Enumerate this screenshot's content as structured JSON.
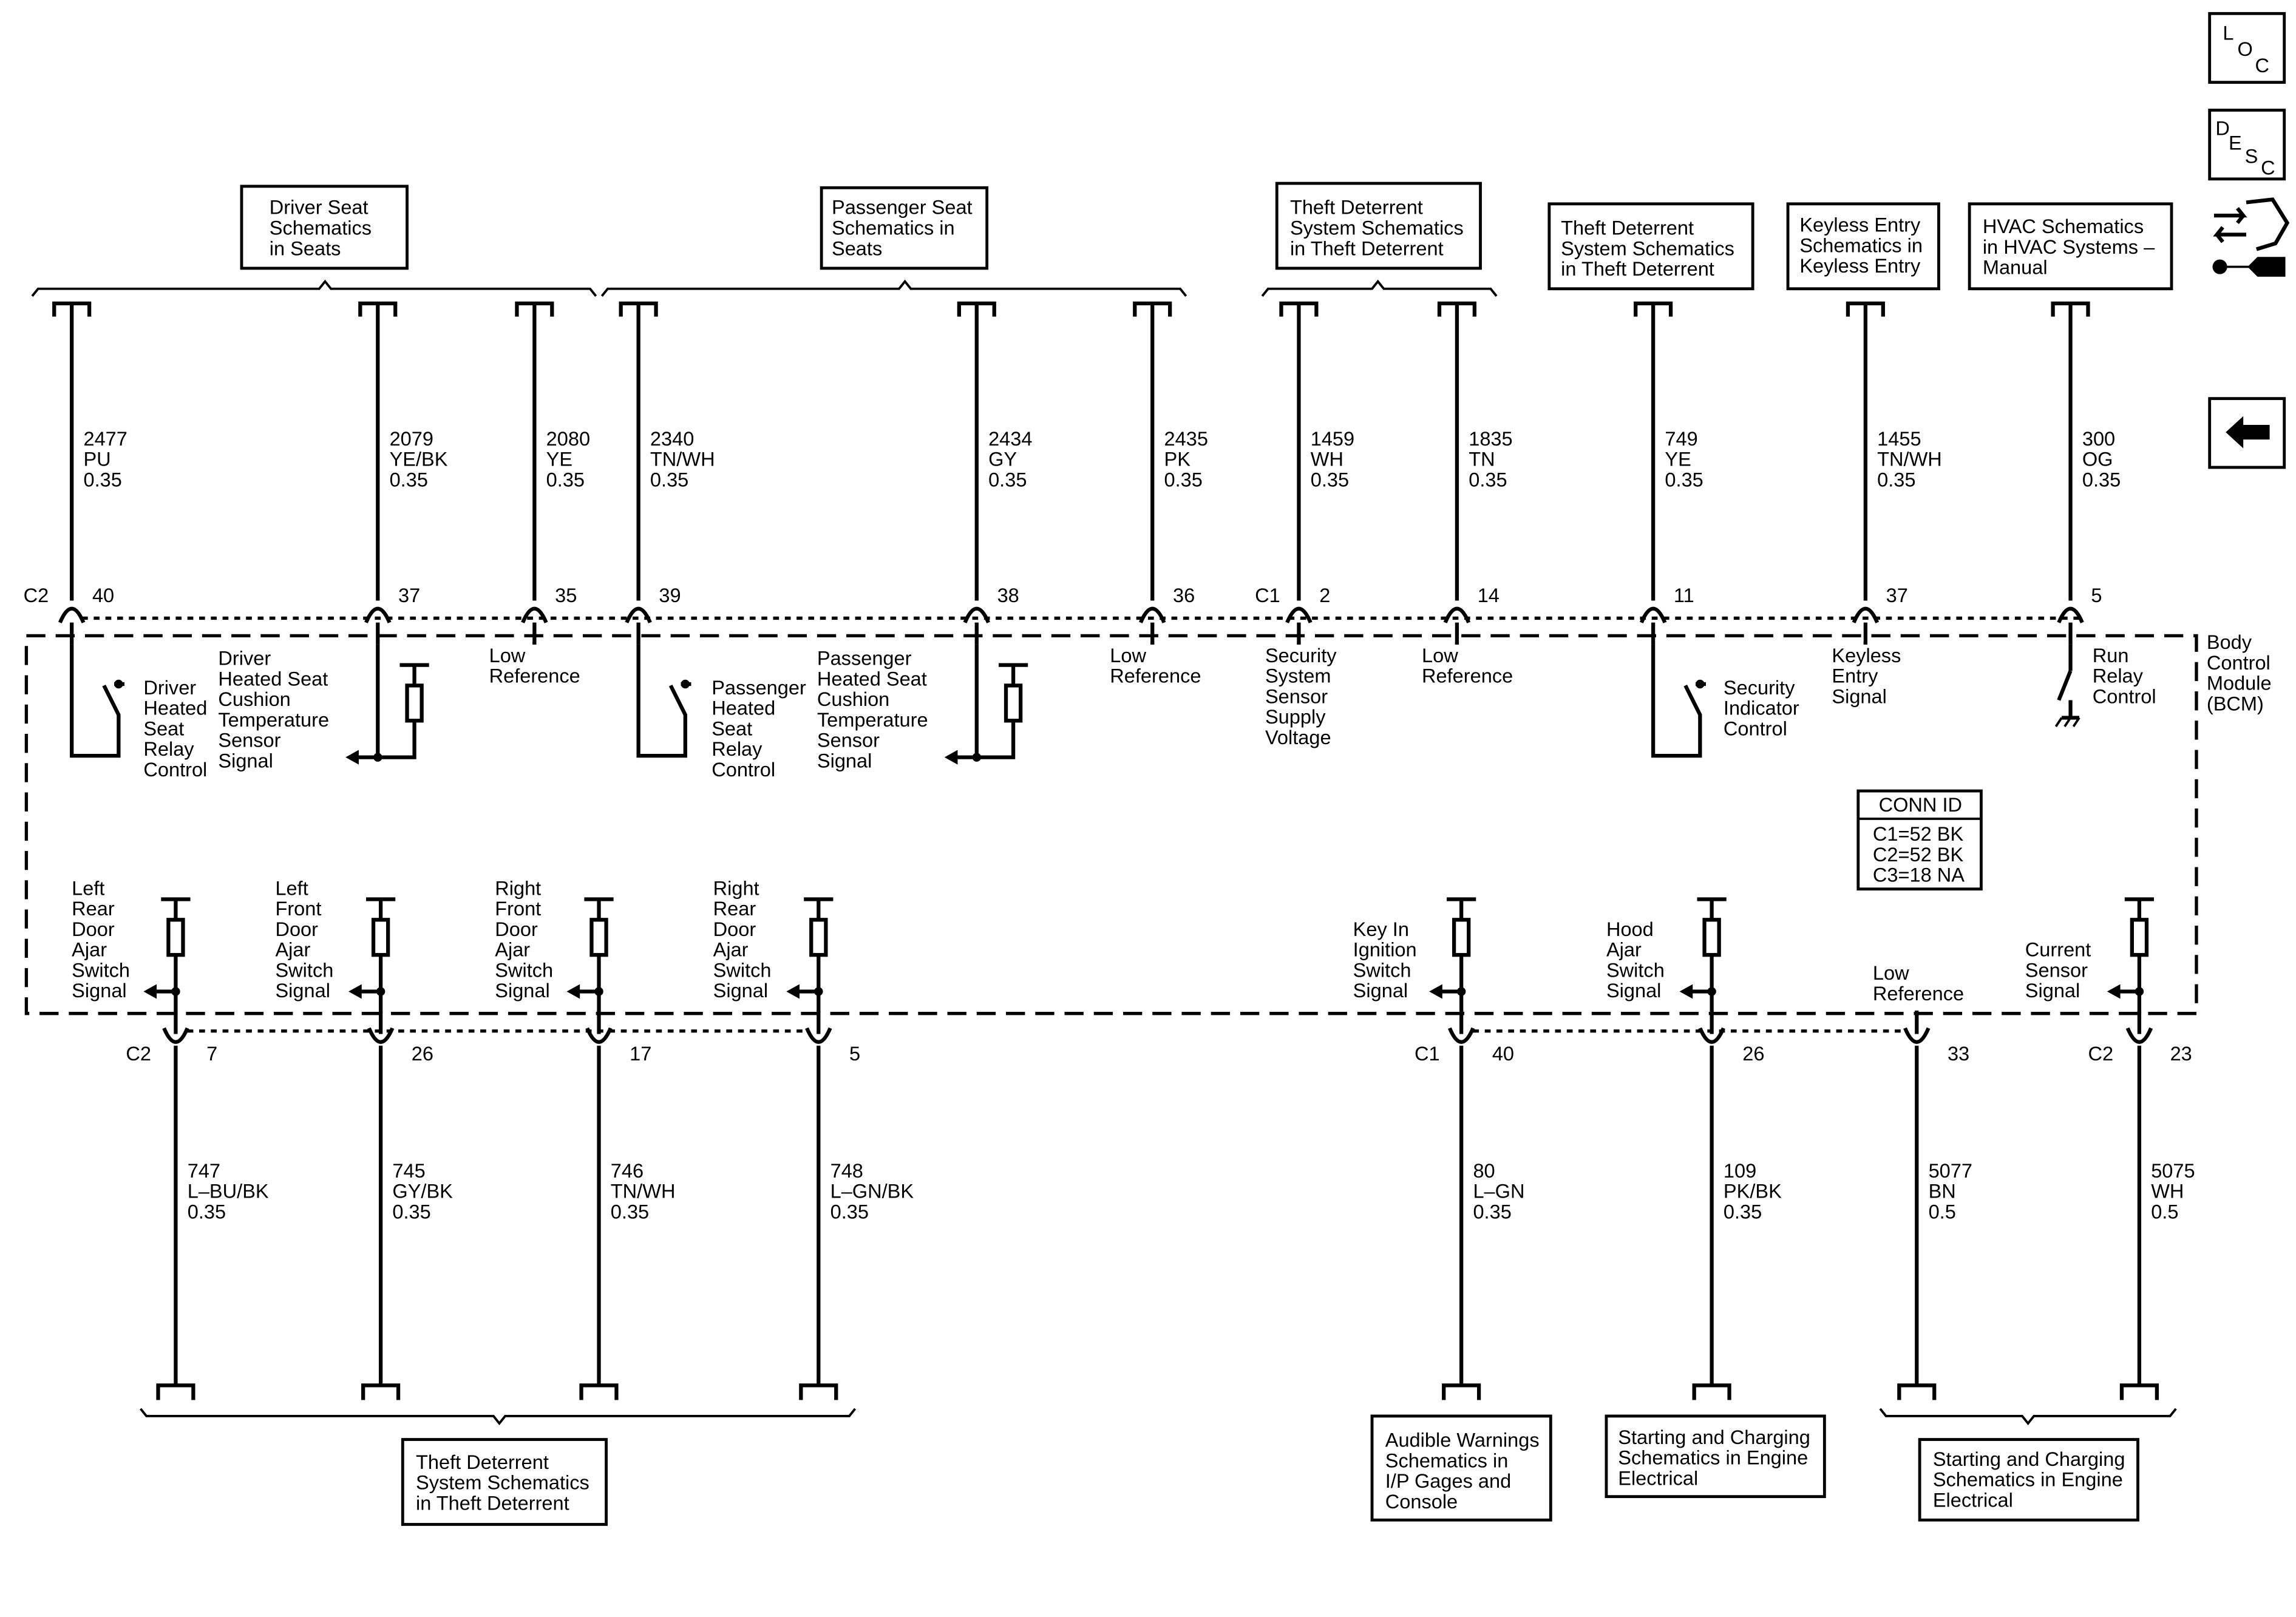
{
  "module": {
    "label": [
      "Body",
      "Control",
      "Module",
      "(BCM)"
    ]
  },
  "nav": {
    "loc": [
      "L",
      "O",
      "C"
    ],
    "desc": [
      "D",
      "E",
      "S",
      "C"
    ]
  },
  "conn_id": {
    "title": "CONN ID",
    "rows": [
      "C1=52 BK",
      "C2=52 BK",
      "C3=18 NA"
    ]
  },
  "top_refs": [
    {
      "lines": [
        "Driver Seat",
        "Schematics",
        "in Seats"
      ]
    },
    {
      "lines": [
        "Passenger Seat",
        "Schematics in",
        "Seats"
      ]
    },
    {
      "lines": [
        "Theft Deterrent",
        "System Schematics",
        "in Theft Deterrent"
      ]
    },
    {
      "lines": [
        "Theft Deterrent",
        "System Schematics",
        "in Theft Deterrent"
      ]
    },
    {
      "lines": [
        "Keyless Entry",
        "Schematics in",
        "Keyless Entry"
      ]
    },
    {
      "lines": [
        "HVAC Schematics",
        "in HVAC Systems –",
        "Manual"
      ]
    }
  ],
  "bottom_refs": [
    {
      "lines": [
        "Theft Deterrent",
        "System Schematics",
        "in Theft Deterrent"
      ]
    },
    {
      "lines": [
        "Audible Warnings",
        "Schematics in",
        "I/P Gages and",
        "Console"
      ]
    },
    {
      "lines": [
        "Starting and Charging",
        "Schematics in Engine",
        "Electrical"
      ]
    },
    {
      "lines": [
        "Starting and Charging",
        "Schematics in Engine",
        "Electrical"
      ]
    }
  ],
  "top_connectors": {
    "c2": "C2",
    "c1": "C1"
  },
  "bottom_connectors": {
    "c2a": "C2",
    "c1": "C1",
    "c2b": "C2"
  },
  "top_wires": [
    {
      "circuit": "2477",
      "color": "PU",
      "gauge": "0.35",
      "pin": "40",
      "function": [
        "Driver",
        "Heated",
        "Seat",
        "Relay",
        "Control"
      ]
    },
    {
      "circuit": "2079",
      "color": "YE/BK",
      "gauge": "0.35",
      "pin": "37",
      "function": [
        "Driver",
        "Heated Seat",
        "Cushion",
        "Temperature",
        "Sensor",
        "Signal"
      ]
    },
    {
      "circuit": "2080",
      "color": "YE",
      "gauge": "0.35",
      "pin": "35",
      "function": [
        "Low",
        "Reference"
      ]
    },
    {
      "circuit": "2340",
      "color": "TN/WH",
      "gauge": "0.35",
      "pin": "39",
      "function": [
        "Passenger",
        "Heated",
        "Seat",
        "Relay",
        "Control"
      ]
    },
    {
      "circuit": "2434",
      "color": "GY",
      "gauge": "0.35",
      "pin": "38",
      "function": [
        "Passenger",
        "Heated Seat",
        "Cushion",
        "Temperature",
        "Sensor",
        "Signal"
      ]
    },
    {
      "circuit": "2435",
      "color": "PK",
      "gauge": "0.35",
      "pin": "36",
      "function": [
        "Low",
        "Reference"
      ]
    },
    {
      "circuit": "1459",
      "color": "WH",
      "gauge": "0.35",
      "pin": "2",
      "function": [
        "Security",
        "System",
        "Sensor",
        "Supply",
        "Voltage"
      ]
    },
    {
      "circuit": "1835",
      "color": "TN",
      "gauge": "0.35",
      "pin": "14",
      "function": [
        "Low",
        "Reference"
      ]
    },
    {
      "circuit": "749",
      "color": "YE",
      "gauge": "0.35",
      "pin": "11",
      "function": [
        "Security",
        "Indicator",
        "Control"
      ]
    },
    {
      "circuit": "1455",
      "color": "TN/WH",
      "gauge": "0.35",
      "pin": "37",
      "function": [
        "Keyless",
        "Entry",
        "Signal"
      ]
    },
    {
      "circuit": "300",
      "color": "OG",
      "gauge": "0.35",
      "pin": "5",
      "function": [
        "Run",
        "Relay",
        "Control"
      ]
    }
  ],
  "bottom_wires": [
    {
      "circuit": "747",
      "color": "L–BU/BK",
      "gauge": "0.35",
      "pin": "7",
      "function": [
        "Left",
        "Rear",
        "Door",
        "Ajar",
        "Switch",
        "Signal"
      ]
    },
    {
      "circuit": "745",
      "color": "GY/BK",
      "gauge": "0.35",
      "pin": "26",
      "function": [
        "Left",
        "Front",
        "Door",
        "Ajar",
        "Switch",
        "Signal"
      ]
    },
    {
      "circuit": "746",
      "color": "TN/WH",
      "gauge": "0.35",
      "pin": "17",
      "function": [
        "Right",
        "Front",
        "Door",
        "Ajar",
        "Switch",
        "Signal"
      ]
    },
    {
      "circuit": "748",
      "color": "L–GN/BK",
      "gauge": "0.35",
      "pin": "5",
      "function": [
        "Right",
        "Rear",
        "Door",
        "Ajar",
        "Switch",
        "Signal"
      ]
    },
    {
      "circuit": "80",
      "color": "L–GN",
      "gauge": "0.35",
      "pin": "40",
      "function": [
        "Key In",
        "Ignition",
        "Switch",
        "Signal"
      ]
    },
    {
      "circuit": "109",
      "color": "PK/BK",
      "gauge": "0.35",
      "pin": "26",
      "function": [
        "Hood",
        "Ajar",
        "Switch",
        "Signal"
      ]
    },
    {
      "circuit": "5077",
      "color": "BN",
      "gauge": "0.5",
      "pin": "33",
      "function": [
        "Low",
        "Reference"
      ]
    },
    {
      "circuit": "5075",
      "color": "WH",
      "gauge": "0.5",
      "pin": "23",
      "function": [
        "Current",
        "Sensor",
        "Signal"
      ]
    }
  ]
}
